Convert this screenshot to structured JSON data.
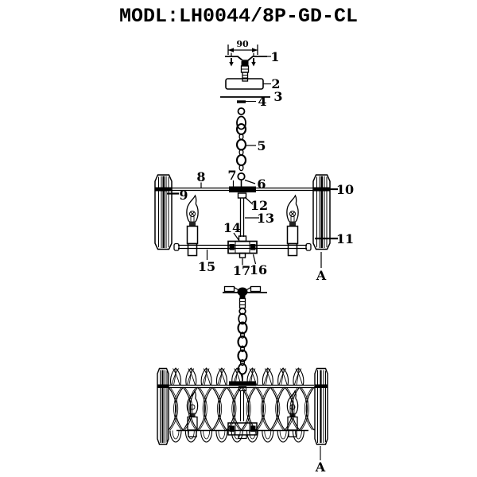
{
  "title": "MODL:LH0044/8P-GD-CL",
  "drawing": {
    "dimension_90": "90",
    "part_labels": {
      "p1": "1",
      "p2": "2",
      "p3": "3",
      "p4": "4",
      "p5": "5",
      "p6": "6",
      "p7": "7",
      "p8": "8",
      "p9": "9",
      "p10": "10",
      "p11": "11",
      "p12": "12",
      "p13": "13",
      "p14": "14",
      "p15": "15",
      "p16": "16",
      "p17": "17"
    },
    "detail_label_upper": "A",
    "detail_label_lower": "A"
  },
  "colors": {
    "line": "#000000",
    "background": "#ffffff"
  }
}
